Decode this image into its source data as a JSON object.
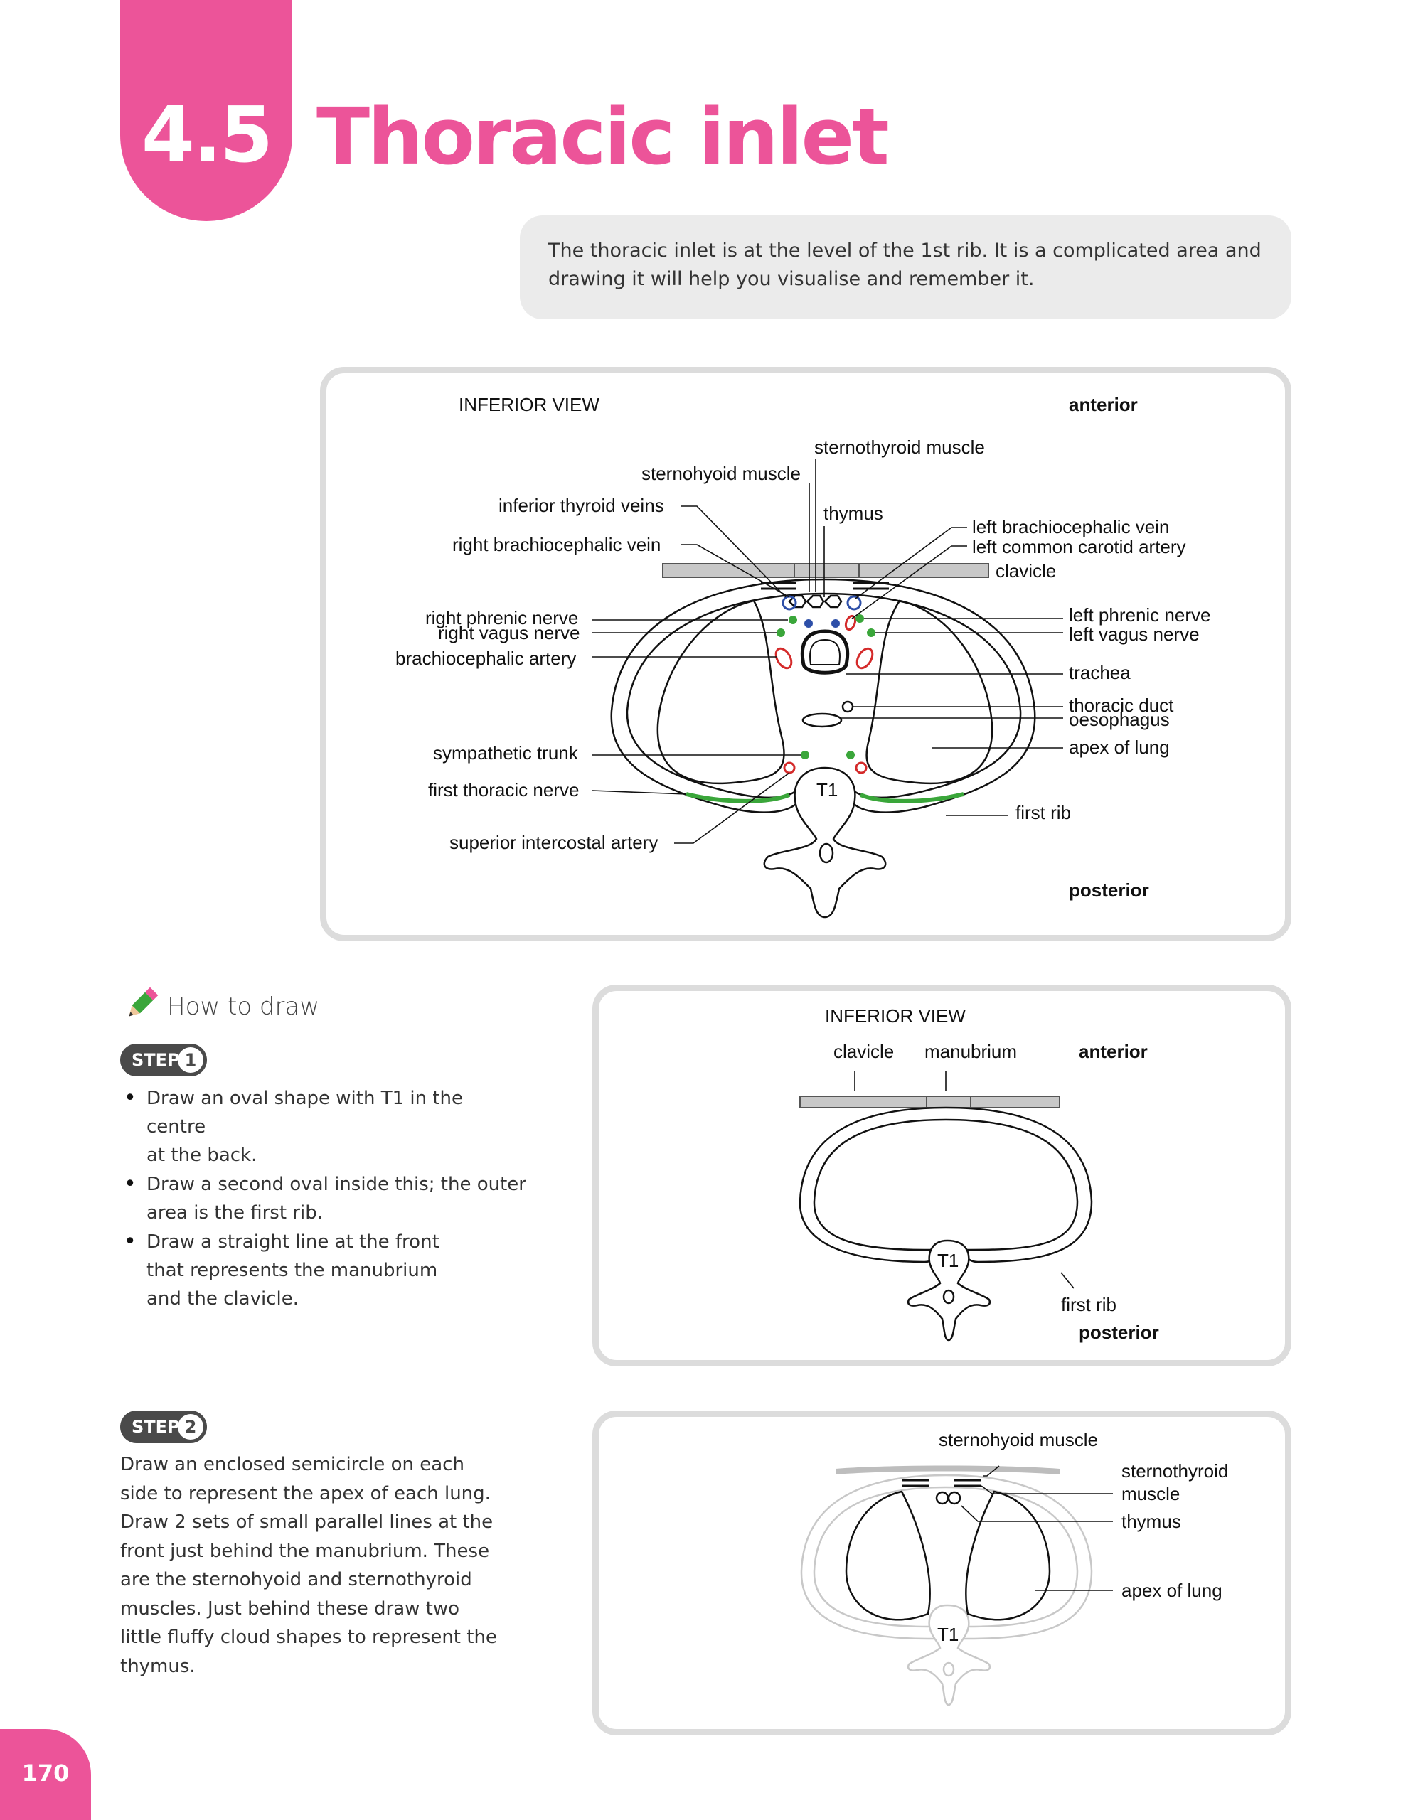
{
  "header": {
    "section_number": "4.5",
    "title": "Thoracic inlet"
  },
  "intro": {
    "line1": "The thoracic inlet is at the level of the 1st rib. It is a complicated area and",
    "line2": "drawing it will help you visualise and remember it."
  },
  "main_figure": {
    "view_label": "INFERIOR VIEW",
    "anterior": "anterior",
    "posterior": "posterior",
    "vertebra": "T1",
    "labels": {
      "sternothyroid_muscle": "sternothyroid muscle",
      "sternohyoid_muscle": "sternohyoid muscle",
      "inferior_thyroid_veins": "inferior thyroid veins",
      "thymus": "thymus",
      "right_brachiocephalic_vein": "right brachiocephalic vein",
      "left_brachiocephalic_vein": "left brachiocephalic vein",
      "left_common_carotid_artery": "left common carotid artery",
      "clavicle": "clavicle",
      "right_phrenic_nerve": "right phrenic nerve",
      "right_vagus_nerve": "right vagus nerve",
      "brachiocephalic_artery": "brachiocephalic artery",
      "left_phrenic_nerve": "left phrenic nerve",
      "left_vagus_nerve": "left vagus nerve",
      "trachea": "trachea",
      "thoracic_duct": "thoracic duct",
      "oesophagus": "oesophagus",
      "apex_of_lung": "apex of lung",
      "sympathetic_trunk": "sympathetic trunk",
      "first_thoracic_nerve": "first thoracic nerve",
      "first_rib": "first rib",
      "superior_intercostal_artery": "superior intercostal artery"
    },
    "colors": {
      "artery": "#d42a2a",
      "vein": "#2d4fa8",
      "nerve": "#3aa63a"
    }
  },
  "how_to_draw": {
    "heading": "How to draw",
    "step1": {
      "badge": "STEP",
      "number": "1",
      "bullets": [
        {
          "l1": "Draw an oval shape with T1 in the centre",
          "l2": "at the back."
        },
        {
          "l1": "Draw a second oval inside this; the outer",
          "l2": "area is the first rib."
        },
        {
          "l1": "Draw a straight line at the front",
          "l2": "that represents the manubrium",
          "l3": "and the clavicle."
        }
      ]
    },
    "step2": {
      "badge": "STEP",
      "number": "2",
      "lines": [
        "Draw an enclosed semicircle on each",
        "side to represent the apex of each lung.",
        "Draw 2 sets of small parallel lines at the",
        "front just behind the manubrium. These",
        "are the sternohyoid and sternothyroid",
        "muscles. Just behind these draw two",
        "little fluffy cloud shapes to represent the",
        "thymus."
      ]
    }
  },
  "step1_figure": {
    "view_label": "INFERIOR VIEW",
    "clavicle": "clavicle",
    "manubrium": "manubrium",
    "anterior": "anterior",
    "vertebra": "T1",
    "first_rib": "first rib",
    "posterior": "posterior"
  },
  "step2_figure": {
    "sternohyoid_muscle": "sternohyoid muscle",
    "sternothyroid_l1": "sternothyroid",
    "sternothyroid_l2": "muscle",
    "thymus": "thymus",
    "apex_of_lung": "apex of lung",
    "vertebra": "T1"
  },
  "page_number": "170"
}
